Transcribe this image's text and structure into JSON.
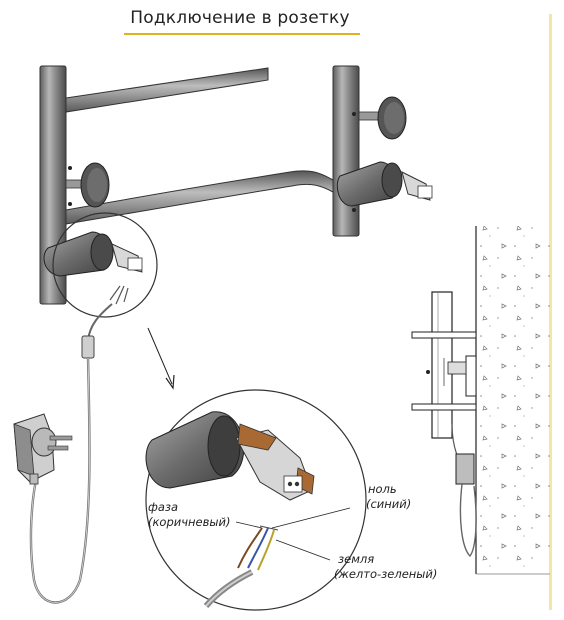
{
  "title": "Подключение в розетку",
  "labels": {
    "phase": "фаза",
    "phase_color": "(коричневый)",
    "neutral": "ноль",
    "neutral_color": "(синий)",
    "earth": "земля",
    "earth_color": "(желто-зеленый)"
  },
  "colors": {
    "accent_line": "#e2b21c",
    "metal": "#8a8a8a",
    "wire_brown": "#7a4a1e",
    "wire_blue": "#3a55a8",
    "wire_earth": "#b8a22a"
  }
}
